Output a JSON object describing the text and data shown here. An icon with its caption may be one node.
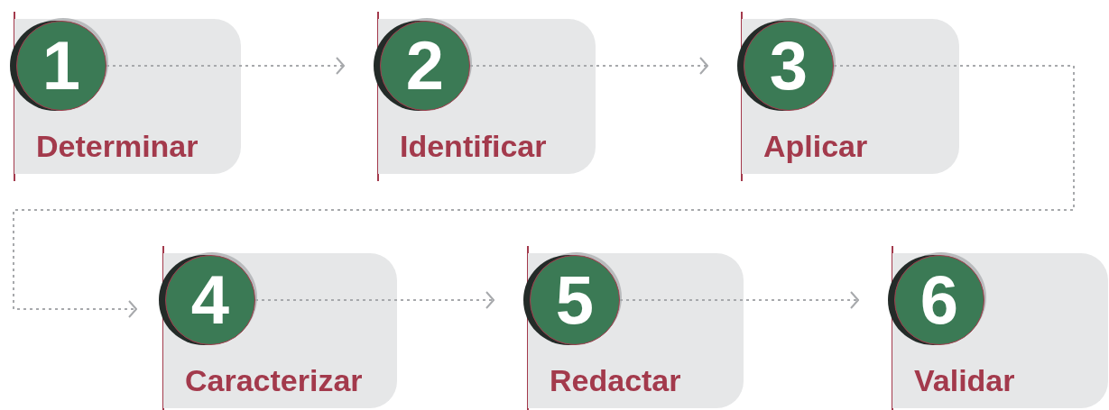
{
  "diagram": {
    "nodes": [
      {
        "text": [
          "Determinar"
        ]
      },
      {
        "text": [
          "1"
        ],
        "in": 0
      },
      {
        "text": [
          "Identificar"
        ]
      },
      {
        "text": [
          "2"
        ],
        "in": 2
      },
      {
        "text": [
          "Aplicar"
        ]
      },
      {
        "text": [
          "3"
        ],
        "in": 4
      },
      {
        "text": [
          "Caracterizar"
        ]
      },
      {
        "text": [
          "4"
        ],
        "in": 6
      },
      {
        "text": [
          "Redactar"
        ]
      },
      {
        "text": [
          "5"
        ],
        "in": 8
      },
      {
        "text": [
          "Validar"
        ]
      },
      {
        "text": [
          "6"
        ],
        "in": 10
      }
    ],
    "edges": [
      {
        "from": 1,
        "to": 2,
        "arrow": "to",
        "style": "dashed"
      },
      {
        "from": 3,
        "to": 4,
        "arrow": "to",
        "style": "dashed"
      },
      {
        "from": 5,
        "to": 6,
        "arrow": "to",
        "style": "dashed"
      },
      {
        "from": 7,
        "to": 8,
        "arrow": "to",
        "style": "dashed"
      },
      {
        "from": 9,
        "to": 10,
        "arrow": "to",
        "style": "dashed"
      }
    ]
  }
}
